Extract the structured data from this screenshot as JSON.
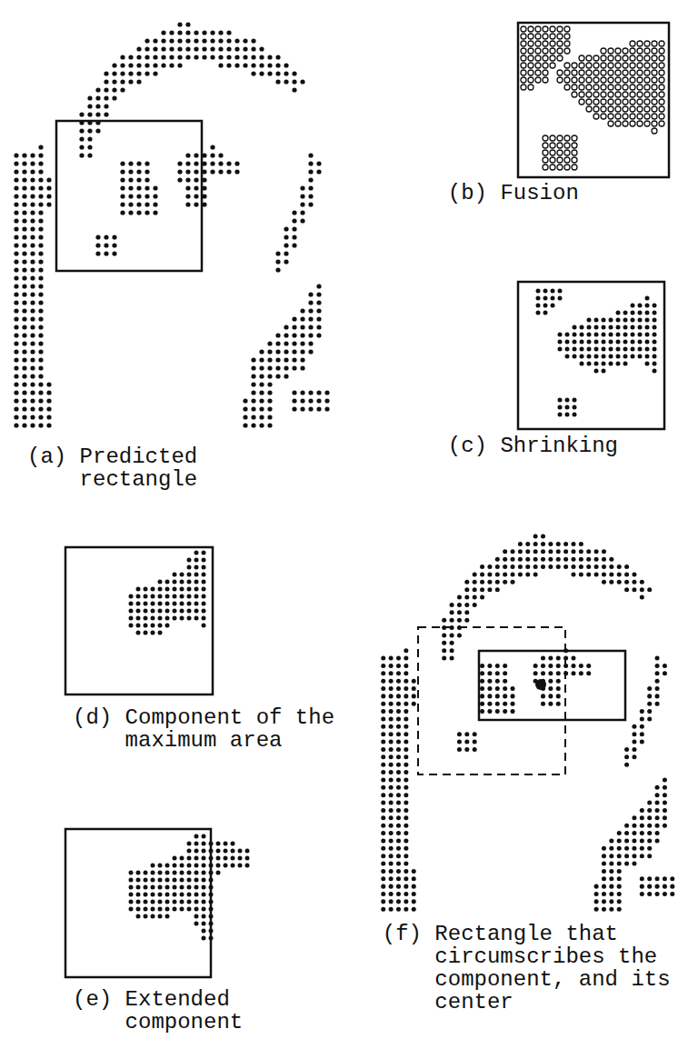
{
  "diagram": {
    "labels": [
      "(a) Predicted rectangle",
      "(b) Fusion",
      "(c) Shrinking",
      "(d) Component of the maximum area",
      "(e) Extended component",
      "(f) Rectangle that circumscribes the component, and its center"
    ]
  }
}
